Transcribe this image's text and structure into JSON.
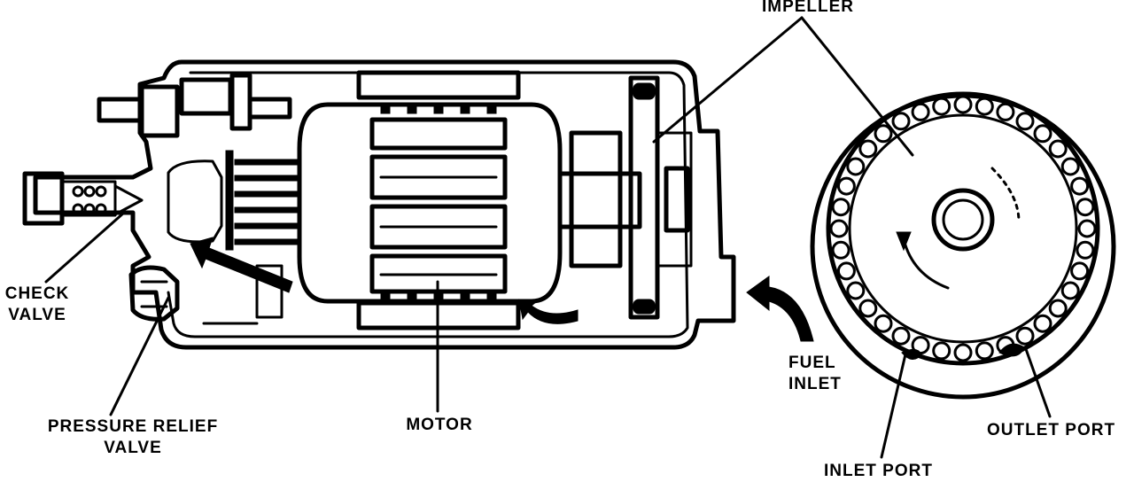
{
  "labels": {
    "impeller": "IMPELLER",
    "check_valve_line1": "CHECK",
    "check_valve_line2": "VALVE",
    "pressure_relief_line1": "PRESSURE RELIEF",
    "pressure_relief_line2": "VALVE",
    "motor": "MOTOR",
    "fuel_inlet_line1": "FUEL",
    "fuel_inlet_line2": "INLET",
    "outlet_port": "OUTLET PORT",
    "inlet_port": "INLET PORT"
  },
  "colors": {
    "ink": "#000000",
    "paper": "#ffffff"
  }
}
